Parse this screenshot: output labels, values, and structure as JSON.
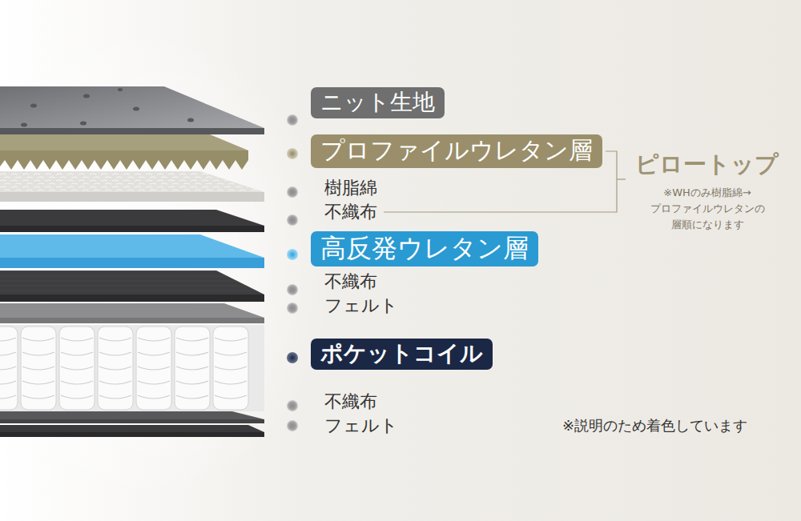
{
  "diagram": {
    "nodes": [
      {
        "text": [
          "ニット生地"
        ]
      },
      {
        "text": [
          "プロファイルウレタン層"
        ]
      },
      {
        "text": [
          "高反発ウレタン層"
        ]
      },
      {
        "text": [
          "ポケットコイル"
        ]
      }
    ],
    "labels": [
      "樹脂綿",
      "不織布",
      "不織布",
      "フェルト",
      "不織布",
      "フェルト",
      "ピロートップ",
      "※WHのみ樹脂綿→ プロファイルウレタンの 層順になります",
      "※説明のため着色しています"
    ]
  }
}
